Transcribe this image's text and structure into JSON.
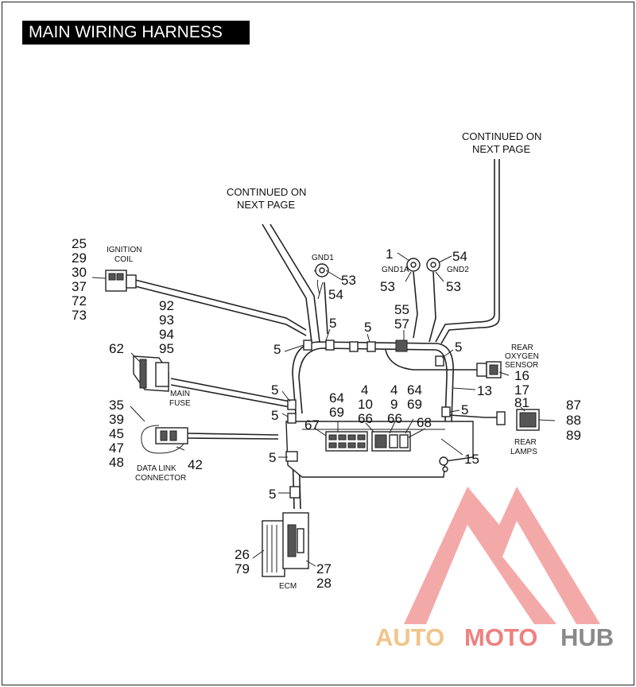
{
  "title": "MAIN WIRING HARNESS",
  "continued": [
    "CONTINUED ON",
    "NEXT PAGE"
  ],
  "labels": {
    "ignition_coil": [
      "IGNITION",
      "COIL"
    ],
    "gnd1": "GND1",
    "gnd1a": "GND1A",
    "gnd2": "GND2",
    "rear_oxygen_sensor": [
      "REAR",
      "OXYGEN",
      "SENSOR"
    ],
    "main_fuse": [
      "MAIN",
      "FUSE"
    ],
    "data_link_connector": [
      "DATA LINK",
      "CONNECTOR"
    ],
    "rear_lamps": [
      "REAR",
      "LAMPS"
    ],
    "ecm": "ECM"
  },
  "callouts": {
    "ignition": [
      "25",
      "29",
      "30",
      "37",
      "72",
      "73"
    ],
    "fuse": [
      "92",
      "93",
      "94",
      "95"
    ],
    "n62": "62",
    "dlc": [
      "35",
      "39",
      "45",
      "47",
      "48"
    ],
    "n42": "42",
    "n1": "1",
    "n54": "54",
    "n53": "53",
    "n55": "55",
    "n57": "57",
    "n5": "5",
    "n16": "16",
    "n17": "17",
    "n13": "13",
    "n81": "81",
    "lamps": [
      "87",
      "88",
      "89"
    ],
    "n64": "64",
    "n69": "69",
    "n4": "4",
    "n10": "10",
    "n9": "9",
    "n66": "66",
    "n67": "67",
    "n68": "68",
    "n15": "15",
    "ecm_left": [
      "26",
      "79"
    ],
    "ecm_right": [
      "27",
      "28"
    ]
  },
  "watermark": {
    "brand_auto": "AUTO",
    "brand_moto": "MOTO",
    "brand_hub": "HUB",
    "colors": {
      "auto": "#f2c48a",
      "moto": "#f08080",
      "hub": "#8a8a8a",
      "logo": "#f29a9a"
    }
  }
}
